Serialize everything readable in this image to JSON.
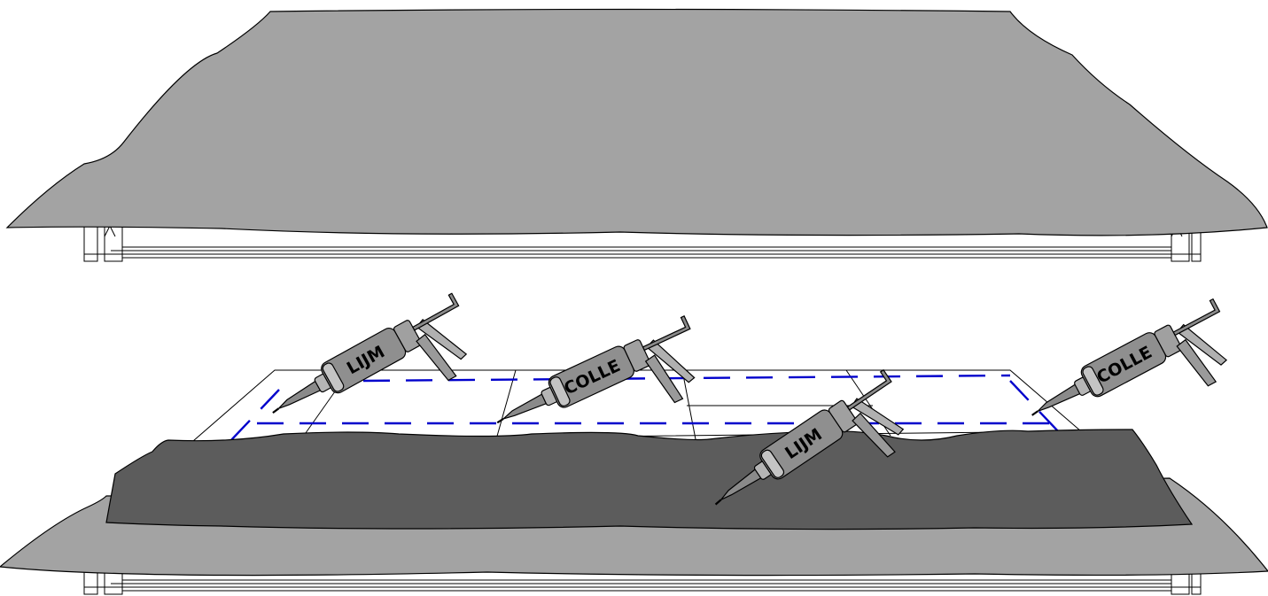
{
  "colors": {
    "membrane_light": "#a3a3a3",
    "membrane_dark": "#5c5c5c",
    "adhesive_outline": "#0000cc",
    "gun_body": "#8f8f8f",
    "gun_band": "#c4c4c4",
    "background": "#ffffff"
  },
  "illustration": {
    "top_panel": {
      "membrane": "membrane-sheet-icon",
      "roof": "roof-edge-icon"
    },
    "bottom_panel": {
      "base_membrane": "membrane-sheet-icon",
      "folded_membrane": "membrane-sheet-icon",
      "insulation_boards": "board-grid-icon",
      "adhesive_pattern": "dashed-line-icon",
      "caulking_guns": [
        {
          "label": "LIJM",
          "icon": "caulking-gun-icon"
        },
        {
          "label": "COLLE",
          "icon": "caulking-gun-icon"
        },
        {
          "label": "LIJM",
          "icon": "caulking-gun-icon"
        },
        {
          "label": "COLLE",
          "icon": "caulking-gun-icon"
        }
      ]
    }
  }
}
